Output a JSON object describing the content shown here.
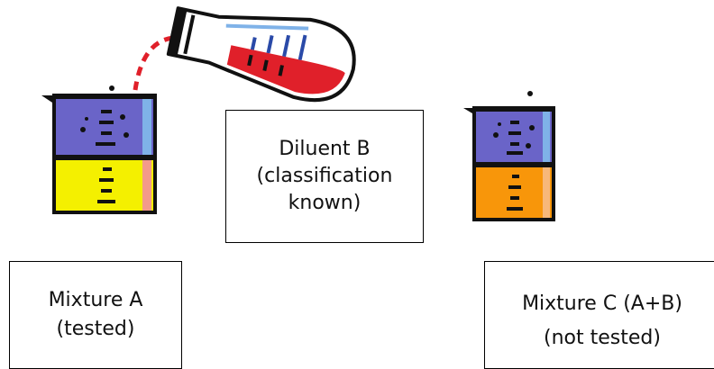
{
  "labels": {
    "mixture_a": {
      "line1": "Mixture A",
      "line2": "(tested)"
    },
    "diluent_b": {
      "line1": "Diluent B",
      "line2": "(classification",
      "line3": "known)"
    },
    "mixture_c": {
      "line1": "Mixture C (A+B)",
      "line2": "(not tested)"
    }
  },
  "colors": {
    "beaker_top": "#6a64c8",
    "beaker_a_bottom": "#f4f000",
    "beaker_c_bottom": "#f8960a",
    "flask_liquid": "#e0202a",
    "pour_stream": "#e0202a",
    "glass_highlight": "#7fb2e8"
  }
}
